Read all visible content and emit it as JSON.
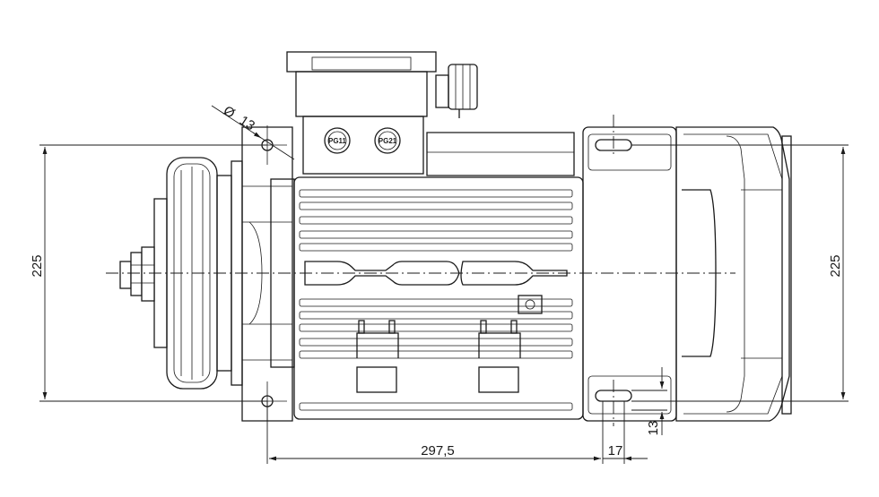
{
  "drawing": {
    "dimensions": {
      "left_height": "225",
      "right_height": "225",
      "hole_diameter_symbol": "Ø",
      "hole_diameter_value": "13",
      "length_to_foot_hole": "297,5",
      "foot_slot_offset": "17",
      "foot_slot_width": "13"
    },
    "labels": {
      "cable_gland": "PG21",
      "plug": "PG11"
    }
  }
}
